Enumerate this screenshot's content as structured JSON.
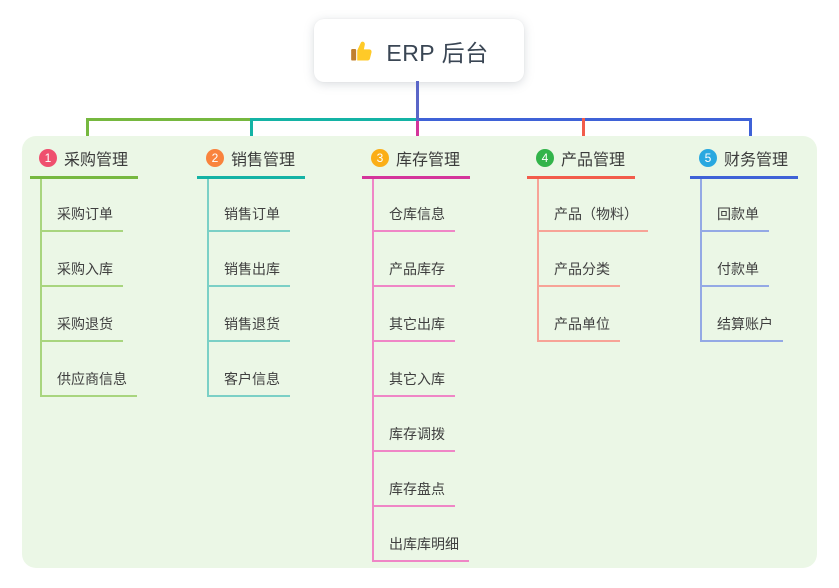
{
  "root": {
    "icon": "thumbs-up",
    "title": "ERP 后台"
  },
  "branches": [
    {
      "num": "1",
      "label": "采购管理",
      "children": [
        "采购订单",
        "采购入库",
        "采购退货",
        "供应商信息"
      ]
    },
    {
      "num": "2",
      "label": "销售管理",
      "children": [
        "销售订单",
        "销售出库",
        "销售退货",
        "客户信息"
      ]
    },
    {
      "num": "3",
      "label": "库存管理",
      "children": [
        "仓库信息",
        "产品库存",
        "其它出库",
        "其它入库",
        "库存调拨",
        "库存盘点",
        "出库库明细"
      ]
    },
    {
      "num": "4",
      "label": "产品管理",
      "children": [
        "产品（物料）",
        "产品分类",
        "产品单位"
      ]
    },
    {
      "num": "5",
      "label": "财务管理",
      "children": [
        "回款单",
        "付款单",
        "结算账户"
      ]
    }
  ],
  "colors": {
    "board-bg": "#ebf7e6",
    "root-stem": "#5a66c8",
    "b1-main": "#76b83f",
    "b1-light": "#a8d57e",
    "b1-badge": "#ef4f6e",
    "b2-main": "#14b3a5",
    "b2-light": "#7bd0c6",
    "b2-badge": "#f9833d",
    "b3-main": "#d4359b",
    "b3-light": "#ef86c6",
    "b3-badge": "#fbae17",
    "b4-main": "#f25c4b",
    "b4-light": "#f7a397",
    "b4-badge": "#32b44a",
    "b5-main": "#3f62d7",
    "b5-light": "#94a9e5",
    "b5-badge": "#29a8e0"
  }
}
